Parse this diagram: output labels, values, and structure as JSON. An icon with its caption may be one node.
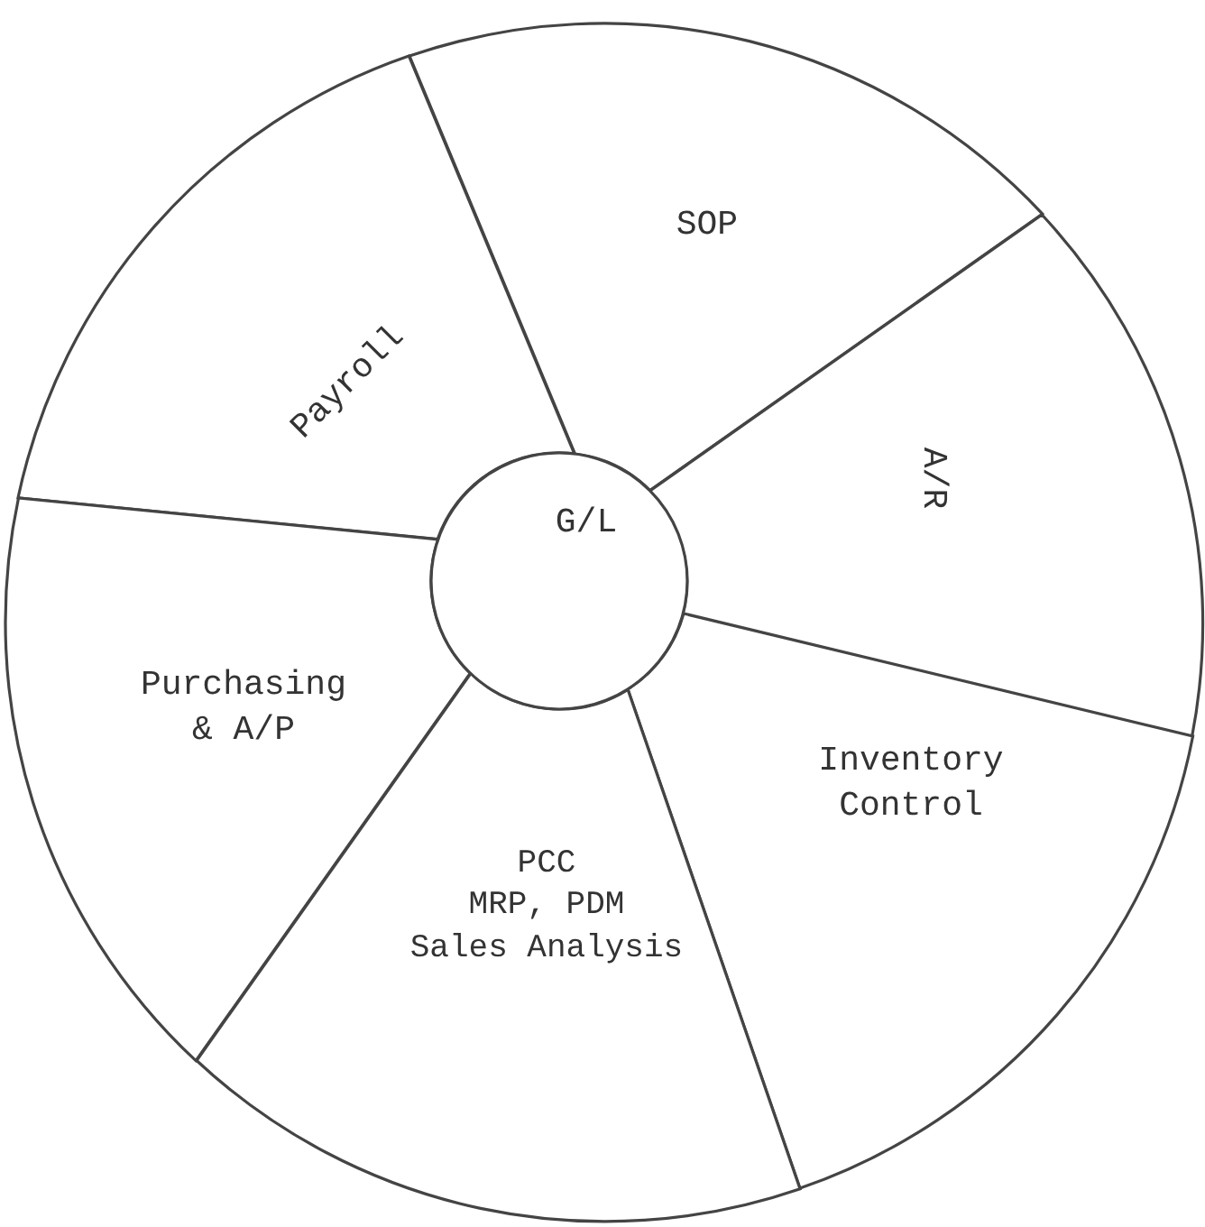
{
  "diagram": {
    "nodes": [
      {
        "text": [
          "SOP"
        ]
      },
      {
        "text": [
          "Payroll"
        ]
      },
      {
        "text": [
          "A/R"
        ]
      },
      {
        "text": [
          "G/L"
        ]
      },
      {
        "text": [
          "Purchasing & A/P"
        ]
      },
      {
        "text": [
          "Inventory Control"
        ]
      },
      {
        "text": [
          "PCC",
          "MRP, PDM",
          "Sales Analysis"
        ]
      }
    ]
  }
}
